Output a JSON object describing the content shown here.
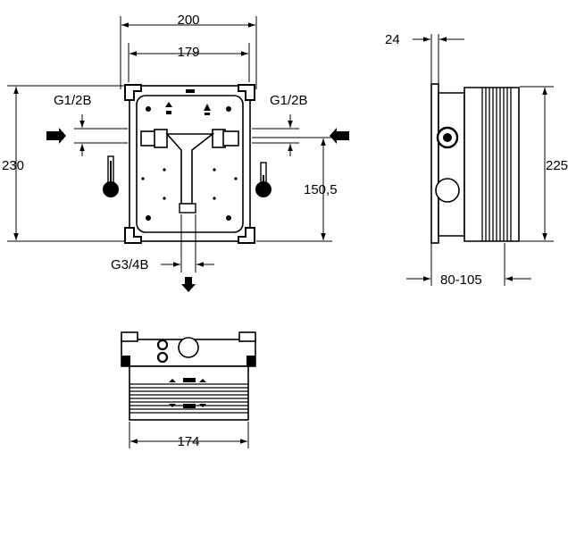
{
  "drawing": {
    "front_view": {
      "width_outer": "200",
      "width_inner": "179",
      "height_total": "230",
      "inlet_height": "150,5",
      "inlet_left_label": "G1/2B",
      "inlet_right_label": "G1/2B",
      "outlet_label": "G3/4B"
    },
    "side_view": {
      "flange_depth": "24",
      "height": "225",
      "depth_range": "80-105"
    },
    "bottom_view": {
      "width": "174"
    }
  }
}
